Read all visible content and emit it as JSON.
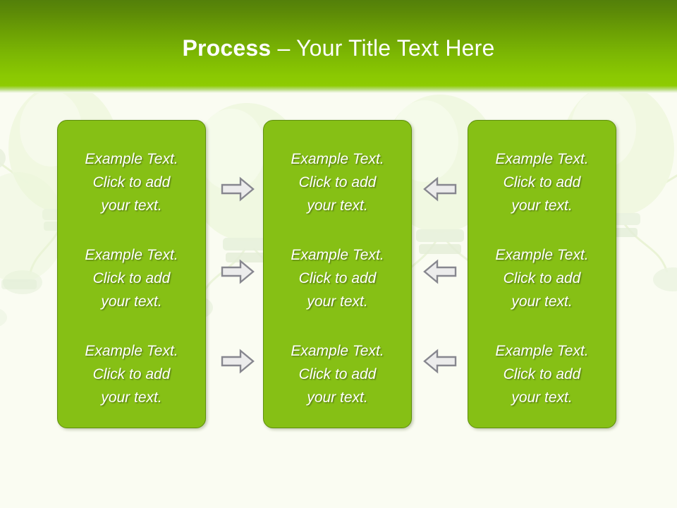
{
  "slide": {
    "background_color": "#fafcf2",
    "header": {
      "title_bold": "Process",
      "title_rest": " – Your Title Text Here",
      "gradient_top_color": "#53800a",
      "gradient_bottom_color": "#8ecb02",
      "text_color": "#ffffff"
    },
    "columns": [
      {
        "id": "column-1",
        "box_color": "#86c015",
        "blocks": [
          {
            "text": "Example Text.\nClick  to add\nyour text."
          },
          {
            "text": "Example Text.\nClick  to add\nyour text."
          },
          {
            "text": "Example Text.\nClick  to add\nyour text."
          }
        ]
      },
      {
        "id": "column-2",
        "box_color": "#86c015",
        "blocks": [
          {
            "text": "Example Text.\nClick  to add\nyour text."
          },
          {
            "text": "Example Text.\nClick  to add\nyour text."
          },
          {
            "text": "Example Text.\nClick  to add\nyour text."
          }
        ]
      },
      {
        "id": "column-3",
        "box_color": "#86c015",
        "blocks": [
          {
            "text": "Example Text.\nClick  to add\nyour text."
          },
          {
            "text": "Example Text.\nClick  to add\nyour text."
          },
          {
            "text": "Example Text.\nClick  to add\nyour text."
          }
        ]
      }
    ],
    "connectors": {
      "fill_color": "#ececec",
      "stroke_color": "#87878f",
      "left_group": [
        {
          "icon": "arrow-right-icon",
          "direction": "right"
        },
        {
          "icon": "arrow-right-icon",
          "direction": "right"
        },
        {
          "icon": "arrow-right-icon",
          "direction": "right"
        }
      ],
      "right_group": [
        {
          "icon": "arrow-left-icon",
          "direction": "left"
        },
        {
          "icon": "arrow-left-icon",
          "direction": "left"
        },
        {
          "icon": "arrow-left-icon",
          "direction": "left"
        }
      ]
    },
    "background_art": {
      "motif": "lightbulb-character",
      "count": 5,
      "color": "#dff0c0"
    }
  }
}
